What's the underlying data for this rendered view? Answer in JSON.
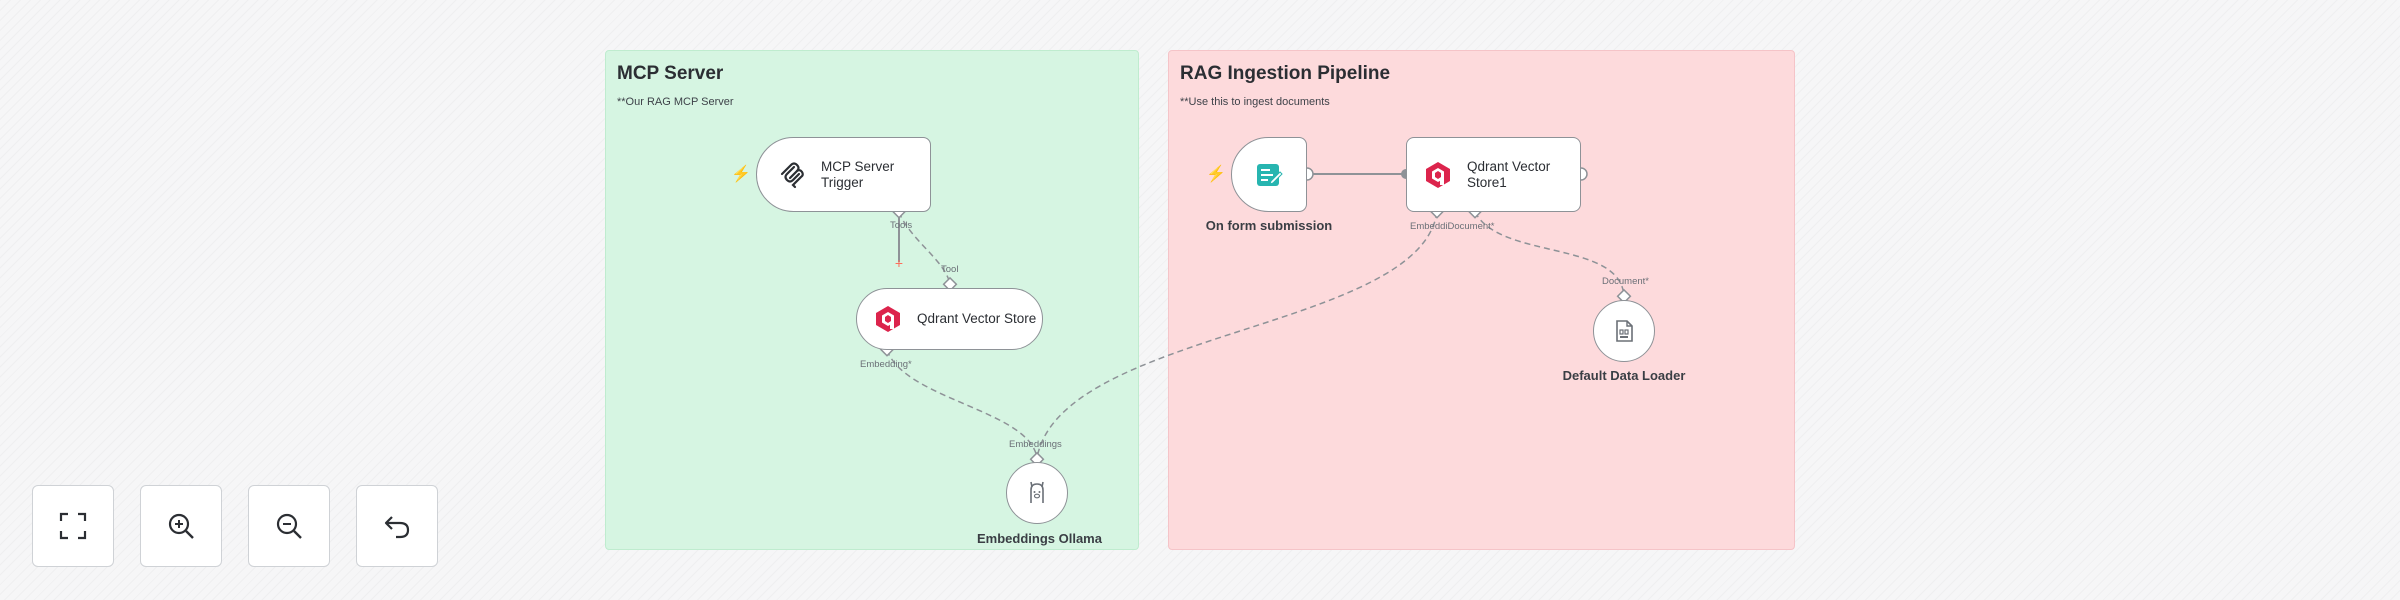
{
  "sticky_notes": [
    {
      "title": "MCP Server",
      "subtitle": "**Our RAG MCP Server"
    },
    {
      "title": "RAG Ingestion Pipeline",
      "subtitle": "**Use this to ingest documents"
    }
  ],
  "nodes": {
    "mcp_trigger": {
      "label_line1": "MCP Server",
      "label_line2": "Trigger",
      "icon": "mcp-icon"
    },
    "qdrant_mcp": {
      "label": "Qdrant Vector Store",
      "icon": "qdrant-icon"
    },
    "embeddings_ollama": {
      "label": "Embeddings Ollama",
      "icon": "ollama-icon"
    },
    "form_trigger": {
      "label": "On form submission",
      "icon": "form-icon"
    },
    "qdrant_ingest": {
      "label_line1": "Qdrant Vector",
      "label_line2": "Store1",
      "icon": "qdrant-icon"
    },
    "data_loader": {
      "label": "Default Data Loader",
      "icon": "document-icon"
    }
  },
  "port_labels": {
    "trigger_tools": "Tools",
    "qdrant_tools": "Tool",
    "qdrant_embedding": "Embedding*",
    "ollama_embeddings": "Embeddings",
    "ingest_ports": "EmbeddiDocument*",
    "loader_document": "Document*"
  },
  "controls": [
    {
      "name": "fit-view-button",
      "icon": "fullscreen-icon"
    },
    {
      "name": "zoom-in-button",
      "icon": "zoom-in-icon"
    },
    {
      "name": "zoom-out-button",
      "icon": "zoom-out-icon"
    },
    {
      "name": "reset-zoom-button",
      "icon": "undo-icon"
    }
  ],
  "colors": {
    "sticky_green": "#d6f5e2",
    "sticky_red": "#fddadc",
    "qdrant": "#dc244c",
    "trigger_bolt": "#ff6d5a",
    "form": "#27b5b0"
  }
}
